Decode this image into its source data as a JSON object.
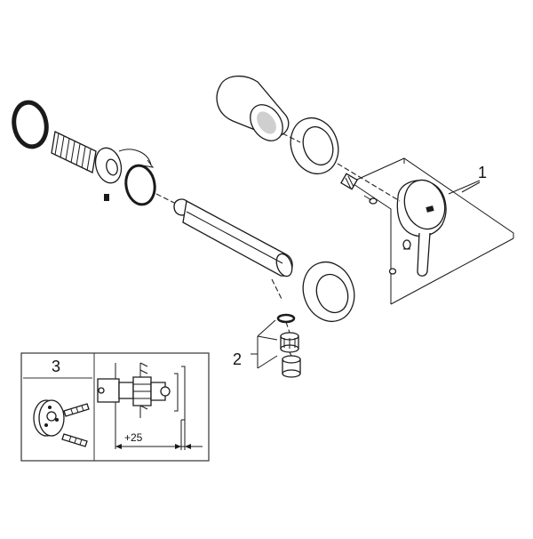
{
  "callouts": {
    "part_1": "1",
    "part_2": "2",
    "part_3": "3"
  },
  "inset": {
    "dimension_label": "+25"
  },
  "icons": {
    "o_ring": "o-ring-icon",
    "threaded_connector": "threaded-connector-icon",
    "sleeve": "sleeve-icon",
    "rosette": "rosette-icon",
    "spout": "spout-icon",
    "lever_handle": "lever-handle-icon",
    "aerator": "aerator-icon",
    "grub_screw": "grub-screw-icon"
  }
}
